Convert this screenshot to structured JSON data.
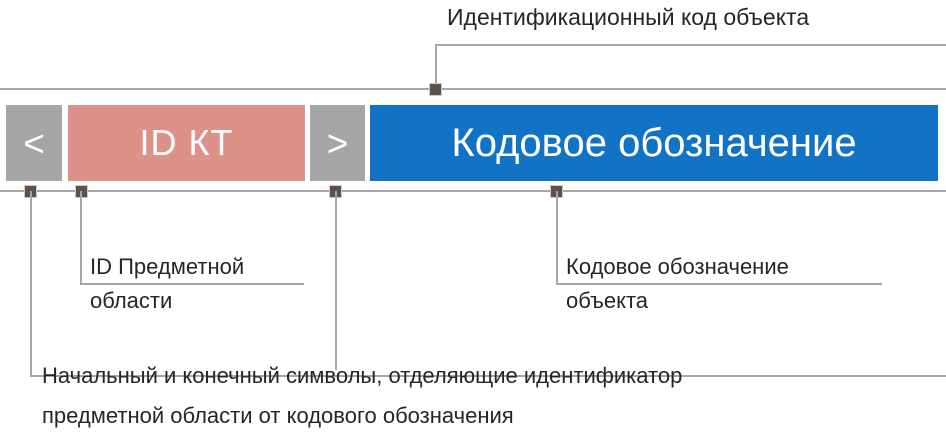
{
  "diagram": {
    "title": "Идентификационный код объекта",
    "colors": {
      "bracket": "#a6a6a6",
      "domain_id": "#dc9189",
      "code_designation": "#1272c4",
      "leader_line": "#a6a6a6",
      "connector_dot": "#5f5048",
      "text": "#262626"
    },
    "segments": [
      {
        "id": "open-bracket",
        "text": "<",
        "kind": "bracket"
      },
      {
        "id": "domain-id",
        "text": "ID КТ",
        "kind": "domain"
      },
      {
        "id": "close-bracket",
        "text": ">",
        "kind": "bracket"
      },
      {
        "id": "code",
        "text": "Кодовое обозначение",
        "kind": "code"
      }
    ],
    "callouts": {
      "top": {
        "id": "object-identification-code",
        "text": "Идентификационный код объекта"
      },
      "domain": {
        "id": "subject-area-id",
        "line1": "ID Предметной",
        "line2": "области"
      },
      "code": {
        "id": "object-code-designation",
        "line1": "Кодовое обозначение",
        "line2": "объекта"
      },
      "brackets": {
        "id": "separator-characters",
        "line1": "Начальный и конечный символы, отделяющие идентификатор",
        "line2": "предметной области от кодового обозначения"
      }
    }
  }
}
